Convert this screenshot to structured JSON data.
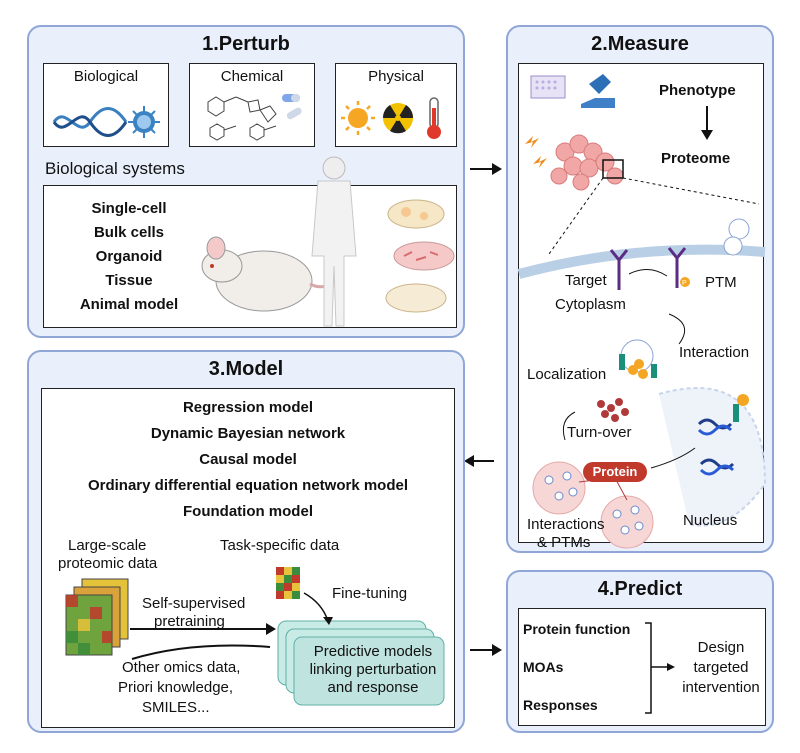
{
  "perturb": {
    "title": "1.Perturb",
    "biological": "Biological",
    "chemical": "Chemical",
    "physical": "Physical",
    "systems_title": "Biological systems",
    "systems": [
      "Single-cell",
      "Bulk cells",
      "Organoid",
      "Tissue",
      "Animal model"
    ]
  },
  "measure": {
    "title": "2.Measure",
    "phenotype": "Phenotype",
    "proteome": "Proteome",
    "target": "Target",
    "cytoplasm": "Cytoplasm",
    "ptm": "PTM",
    "interaction": "Interaction",
    "localization": "Localization",
    "turnover": "Turn-over",
    "protein": "Protein",
    "interactions_line1": "Interactions",
    "interactions_line2": "& PTMs",
    "nucleus": "Nucleus",
    "p_label": "P"
  },
  "model": {
    "title": "3.Model",
    "models": [
      "Regression model",
      "Dynamic Bayesian network",
      "Causal model",
      "Ordinary differential equation network model",
      "Foundation model"
    ],
    "large_scale": [
      "Large-scale",
      "proteomic data"
    ],
    "task_specific": "Task-specific data",
    "fine_tuning": "Fine-tuning",
    "self_supervised": [
      "Self-supervised",
      "pretraining"
    ],
    "other_omics": [
      "Other omics data,",
      "Priori knowledge,",
      "SMILES..."
    ],
    "predictive": [
      "Predictive models",
      "linking perturbation",
      "and response"
    ]
  },
  "predict": {
    "title": "4.Predict",
    "items": [
      "Protein function",
      "MOAs",
      "Responses"
    ],
    "design": [
      "Design",
      "targeted",
      "intervention"
    ]
  },
  "colors": {
    "panel_bg": "#eaf0fb",
    "panel_border": "#8fa6d6",
    "protein_red": "#c0392b",
    "teal": "#bfe4e0"
  }
}
